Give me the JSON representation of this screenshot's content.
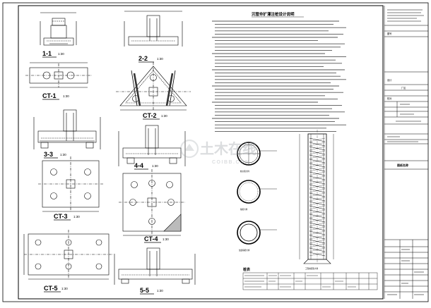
{
  "sections": {
    "s11": {
      "label": "1-1",
      "scale": "1:30"
    },
    "s22": {
      "label": "2-2",
      "scale": "1:30"
    },
    "s33": {
      "label": "3-3",
      "scale": "1:30"
    },
    "s44": {
      "label": "4-4",
      "scale": "1:30"
    },
    "s55": {
      "label": "5-5",
      "scale": "1:30"
    }
  },
  "caps": {
    "ct1": {
      "label": "CT-1",
      "scale": "1:30"
    },
    "ct2": {
      "label": "CT-2",
      "scale": "1:30"
    },
    "ct3": {
      "label": "CT-3",
      "scale": "1:30"
    },
    "ct4": {
      "label": "CT-4",
      "scale": "1:30"
    },
    "ct5": {
      "label": "CT-5",
      "scale": "1:30"
    }
  },
  "notes": {
    "title": "沉管夯扩灌注桩设计说明"
  },
  "pile_detail": {
    "label": "工程桩配筋大样"
  },
  "rebar_rings": {
    "r1": "桩主筋大样",
    "r2": "箍筋大样",
    "r3": "加劲箍筋大样"
  },
  "pile_table": {
    "title": "桩表"
  },
  "watermark": {
    "main": "土木在线",
    "sub": "COIBB.COM"
  },
  "title_block": {
    "design": "设计",
    "check": "校对",
    "factory": "厂区",
    "drawing": "图纸名称",
    "sheet": "图号"
  }
}
